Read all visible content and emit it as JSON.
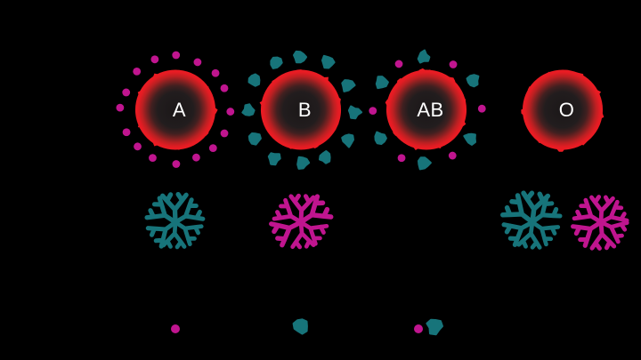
{
  "colors": {
    "background": "#000000",
    "cell_red": "#ec1b23",
    "cell_core_dark": "#1b1718",
    "antigen_a_magenta": "#c0158f",
    "antigen_b_teal": "#17747a",
    "cell_label": "#ffffff"
  },
  "groups": [
    {
      "label": "A",
      "surface_antigens": [
        "A"
      ],
      "plasma_antibodies": [
        "anti-B"
      ],
      "isolated_antigens": [
        "A"
      ]
    },
    {
      "label": "B",
      "surface_antigens": [
        "B"
      ],
      "plasma_antibodies": [
        "anti-A"
      ],
      "isolated_antigens": [
        "B"
      ]
    },
    {
      "label": "AB",
      "surface_antigens": [
        "B",
        "A"
      ],
      "plasma_antibodies": [],
      "isolated_antigens": [
        "A",
        "B"
      ]
    },
    {
      "label": "O",
      "surface_antigens": [],
      "plasma_antibodies": [
        "anti-B",
        "anti-A"
      ],
      "isolated_antigens": []
    }
  ]
}
